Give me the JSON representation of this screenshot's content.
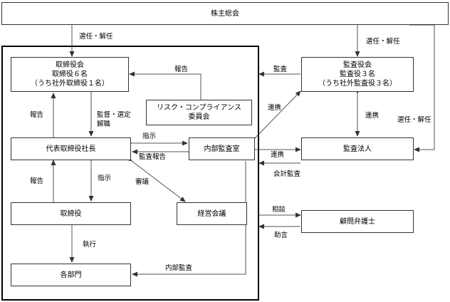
{
  "nodes": {
    "shareholders": "株主総会",
    "board": [
      "取締役会",
      "取締役６名",
      "（うち社外取締役１名）"
    ],
    "risk_committee": [
      "リスク・コンプライアンス",
      "委員会"
    ],
    "president": "代表取締役社長",
    "internal_audit": "内部監査室",
    "directors": "取締役",
    "management_meeting": "経営会議",
    "departments": "各部門",
    "audit_board": [
      "監査役会",
      "監査役３名",
      "（うち社外監査役３名）"
    ],
    "audit_firm": "監査法人",
    "legal_counsel": "顧問弁護士"
  },
  "labels": {
    "appoint_dismiss_board": "選任・解任",
    "appoint_dismiss_auditors": "選任・解任",
    "appoint_dismiss_firm": "選任・解任",
    "report_risk": "報告",
    "audit_board_to_board": "監査",
    "report_president": "報告",
    "supervise_select": [
      "監督・選定",
      "解職"
    ],
    "instruct_internal": "指示",
    "audit_report": "監査報告",
    "coordinate_ia_ab": "連携",
    "coordinate_ab_firm": "連携",
    "coordinate_ia_firm": "連携",
    "accounting_audit": "会計監査",
    "report_directors": "報告",
    "instruct_directors": "指示",
    "deliberate": "審議",
    "consult": "相談",
    "advice": "助言",
    "execute": "執行",
    "internal_audit_label": "内部監査"
  }
}
